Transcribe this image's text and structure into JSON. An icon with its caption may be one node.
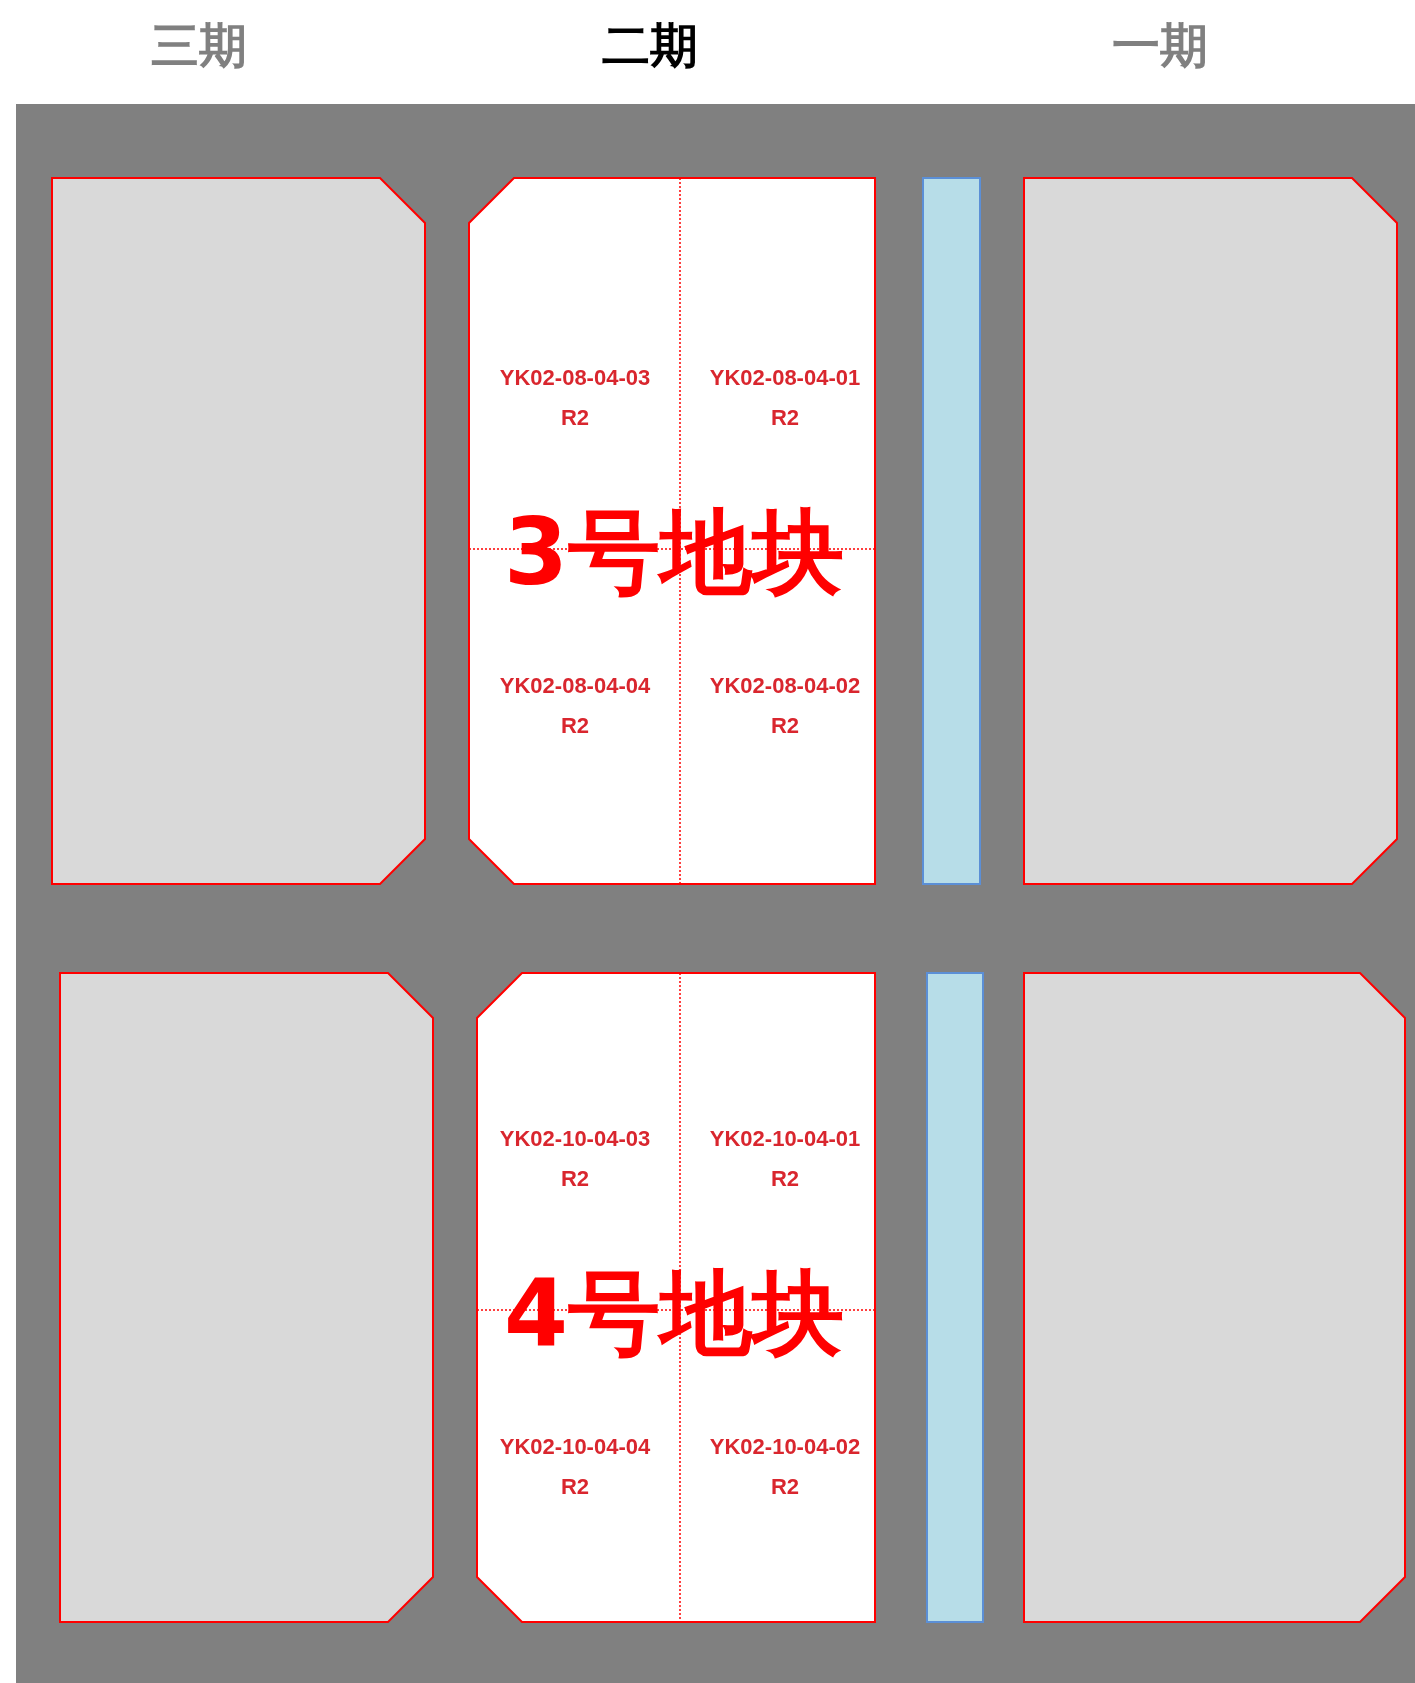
{
  "diagram": {
    "nodes": [
      {
        "text": [],
        "shape": "box"
      },
      {
        "text": [
          "YK02-08-04-03 R2",
          "YK02-08-04-01 R2",
          "3号地块",
          "YK02-08-04-04 R2",
          "YK02-08-04-02 R2"
        ]
      },
      {
        "text": [],
        "shape": "bar"
      },
      {
        "text": [],
        "shape": "box"
      },
      {
        "text": [],
        "shape": "box"
      },
      {
        "text": [
          "YK02-10-04-03 R2",
          "YK02-10-04-01 R2",
          "4号地块",
          "YK02-10-04-04 R2",
          "YK02-10-04-02 R2"
        ]
      },
      {
        "text": [],
        "shape": "bar"
      },
      {
        "text": [],
        "shape": "box"
      }
    ],
    "labels": [
      "三期",
      "二期",
      "一期"
    ]
  }
}
